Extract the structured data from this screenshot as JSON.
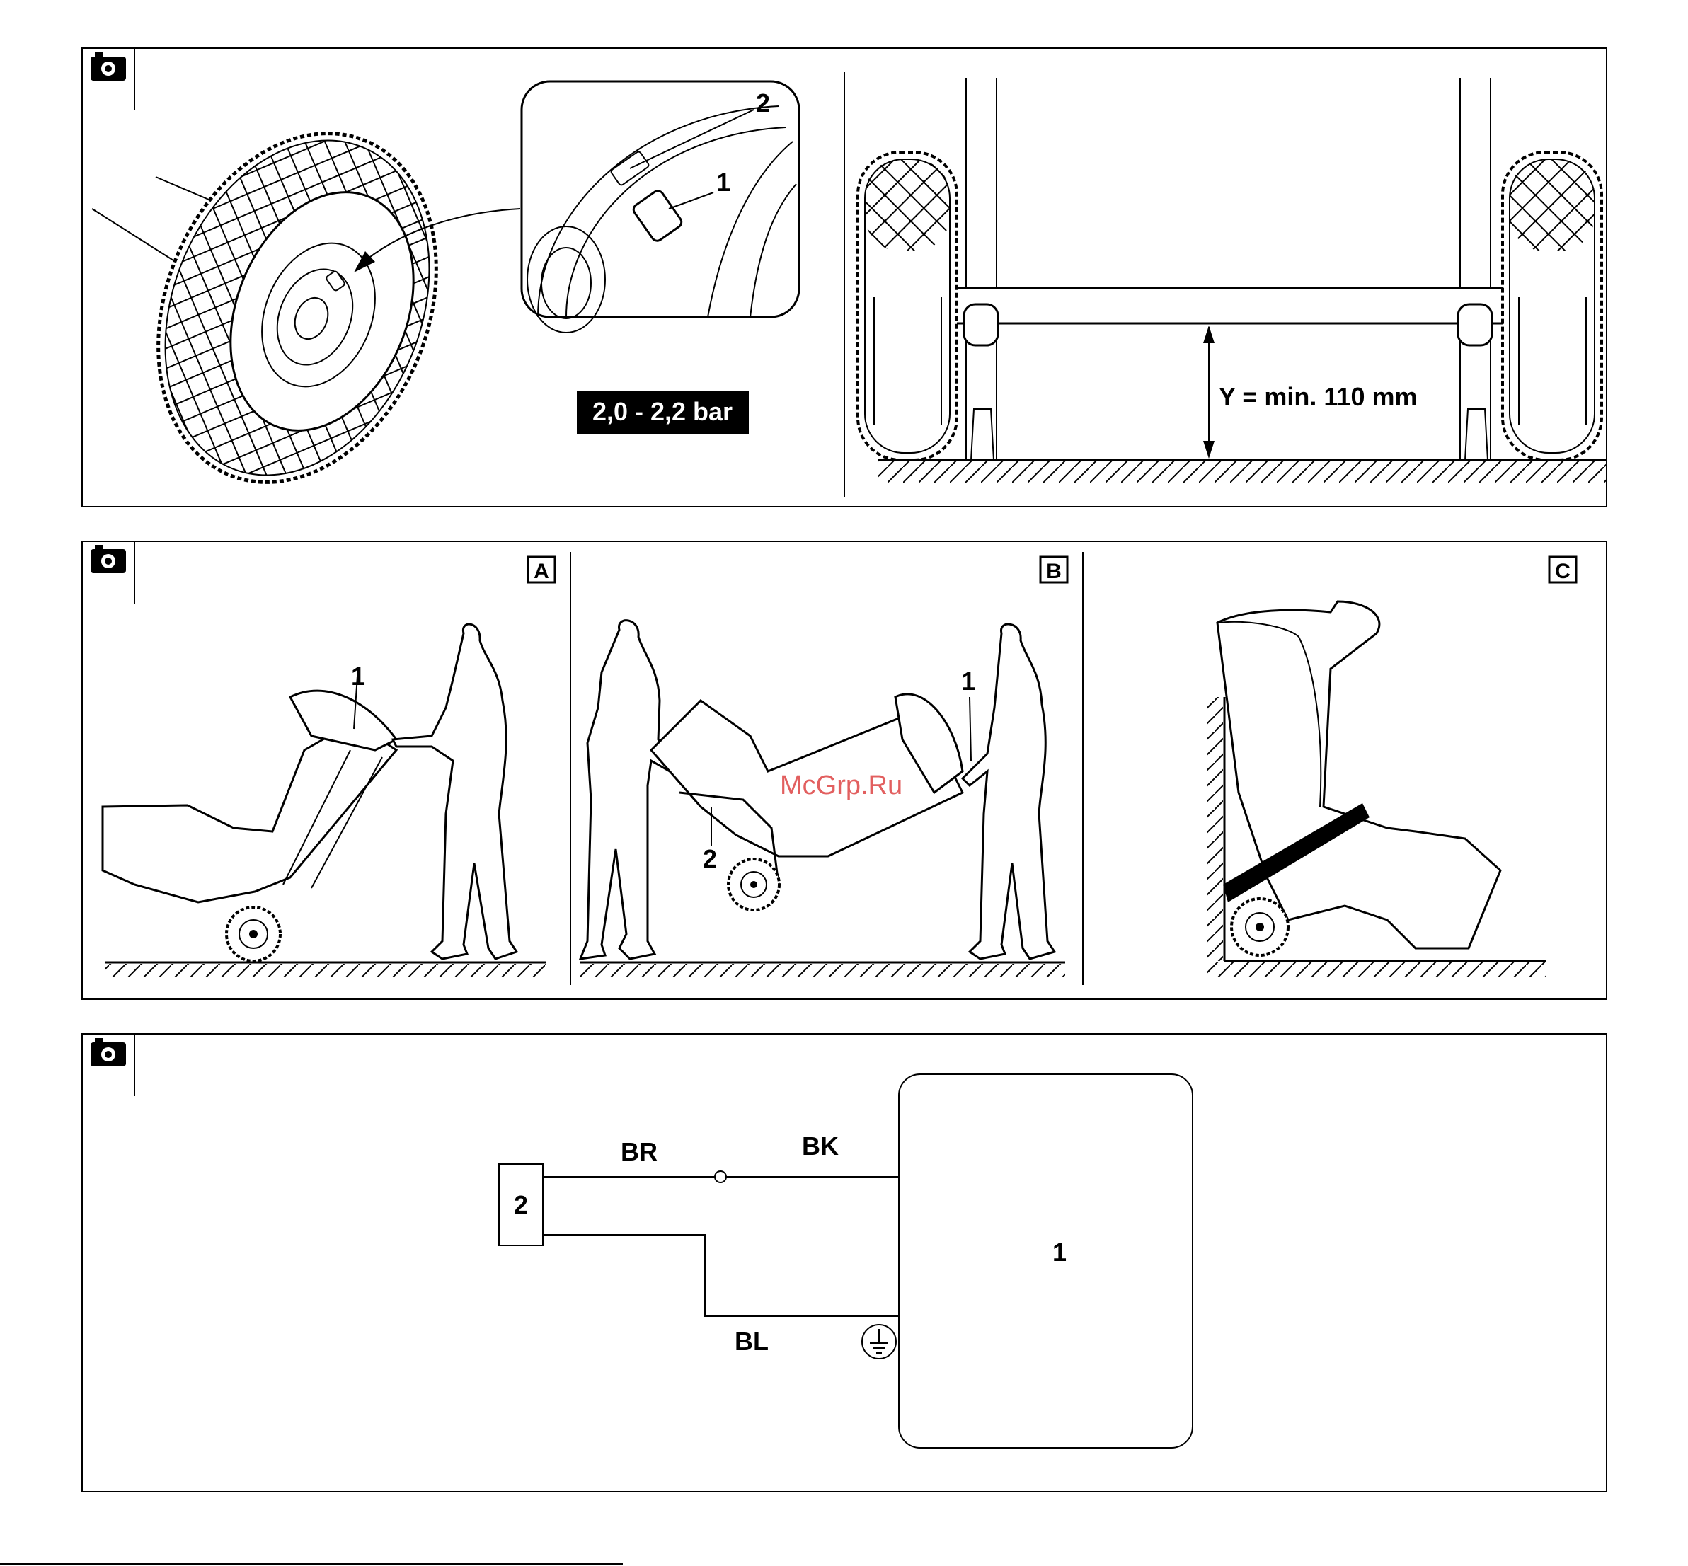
{
  "panel1": {
    "pressure_label": "2,0 - 2,2 bar",
    "callout_1": "1",
    "callout_2": "2",
    "clearance_label": "Y = min. 110 mm"
  },
  "panel2": {
    "view_a": "A",
    "view_b": "B",
    "view_c": "C",
    "callout_a1": "1",
    "callout_b1": "1",
    "callout_b2": "2",
    "watermark": "McGrp.Ru"
  },
  "panel3": {
    "wire_br": "BR",
    "wire_bk": "BK",
    "wire_bl": "BL",
    "component_1": "1",
    "component_2": "2"
  },
  "icons": [
    "camera-icon",
    "ground-symbol-icon"
  ]
}
